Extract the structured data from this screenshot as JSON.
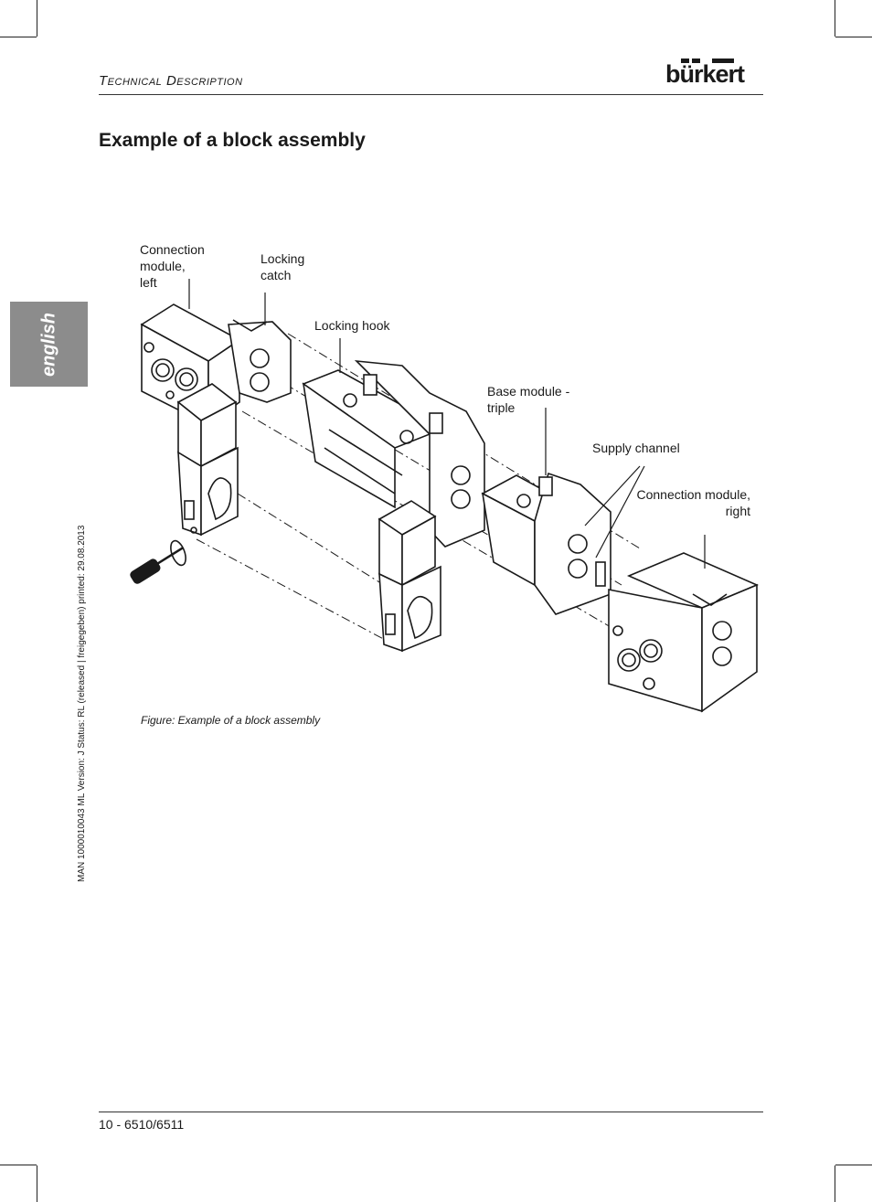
{
  "header": {
    "section_title": "Technical Description",
    "brand": "bürkert"
  },
  "page_title": "Example  of a block assembly",
  "language_tab": "english",
  "side_meta": "MAN  1000010043  ML  Version: J  Status: RL (released | freigegeben)  printed: 29.08.2013",
  "figure": {
    "labels": {
      "connection_module_left": [
        "Connection",
        "module,",
        "left"
      ],
      "locking_catch": [
        "Locking",
        "catch"
      ],
      "locking_hook": "Locking hook",
      "base_module_triple": [
        "Base module -",
        "triple"
      ],
      "supply_channel": "Supply  channel",
      "connection_module_right": [
        "Connection module,",
        "right"
      ]
    },
    "caption": "Figure: Example of a block assembly"
  },
  "footer": {
    "page_ref": "10  -  6510/6511"
  }
}
